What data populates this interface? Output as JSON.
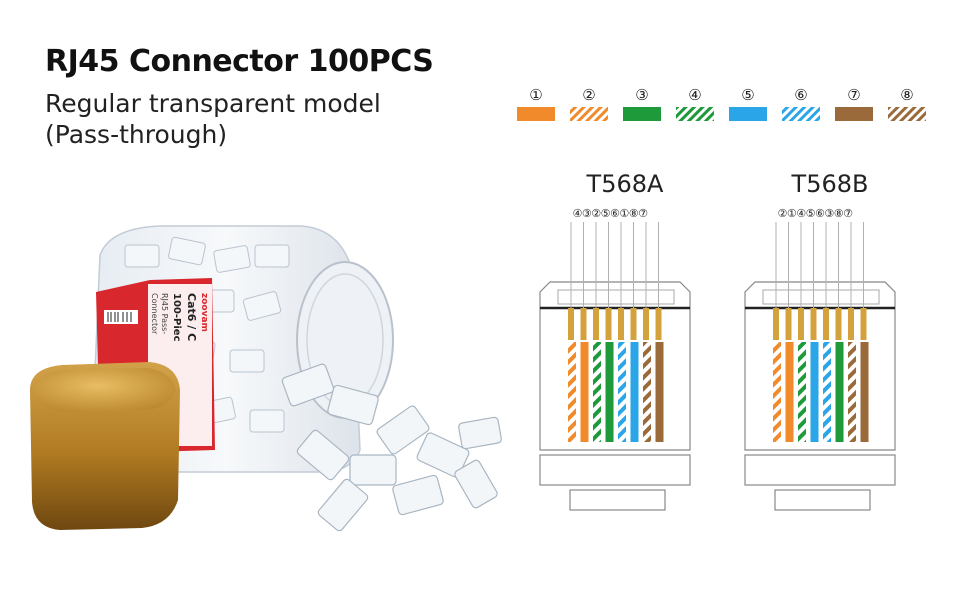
{
  "heading": {
    "title": "RJ45 Connector 100PCS",
    "subtitle_line1": "Regular transparent model",
    "subtitle_line2": "(Pass-through)"
  },
  "product": {
    "brand": "zoovam",
    "label_line1": "Cat6 / C",
    "label_line2": "100-Piec",
    "label_line3": "RJ45 Pass-",
    "label_line4": "Connector"
  },
  "legend": [
    {
      "num": "①",
      "color": "#f08a2a",
      "striped": false
    },
    {
      "num": "②",
      "color": "#f08a2a",
      "striped": true
    },
    {
      "num": "③",
      "color": "#1f9a3a",
      "striped": false
    },
    {
      "num": "④",
      "color": "#1f9a3a",
      "striped": true
    },
    {
      "num": "⑤",
      "color": "#2aa6e8",
      "striped": false
    },
    {
      "num": "⑥",
      "color": "#2aa6e8",
      "striped": true
    },
    {
      "num": "⑦",
      "color": "#9a6a3a",
      "striped": false
    },
    {
      "num": "⑧",
      "color": "#9a6a3a",
      "striped": true
    }
  ],
  "standards": [
    {
      "name": "T568A",
      "order": "④③②⑤⑥①⑧⑦",
      "pins": [
        2,
        1,
        4,
        3,
        6,
        5,
        8,
        7
      ]
    },
    {
      "name": "T568B",
      "order": "②①④⑤⑥③⑧⑦",
      "pins": [
        2,
        1,
        4,
        5,
        6,
        3,
        8,
        7
      ]
    }
  ]
}
